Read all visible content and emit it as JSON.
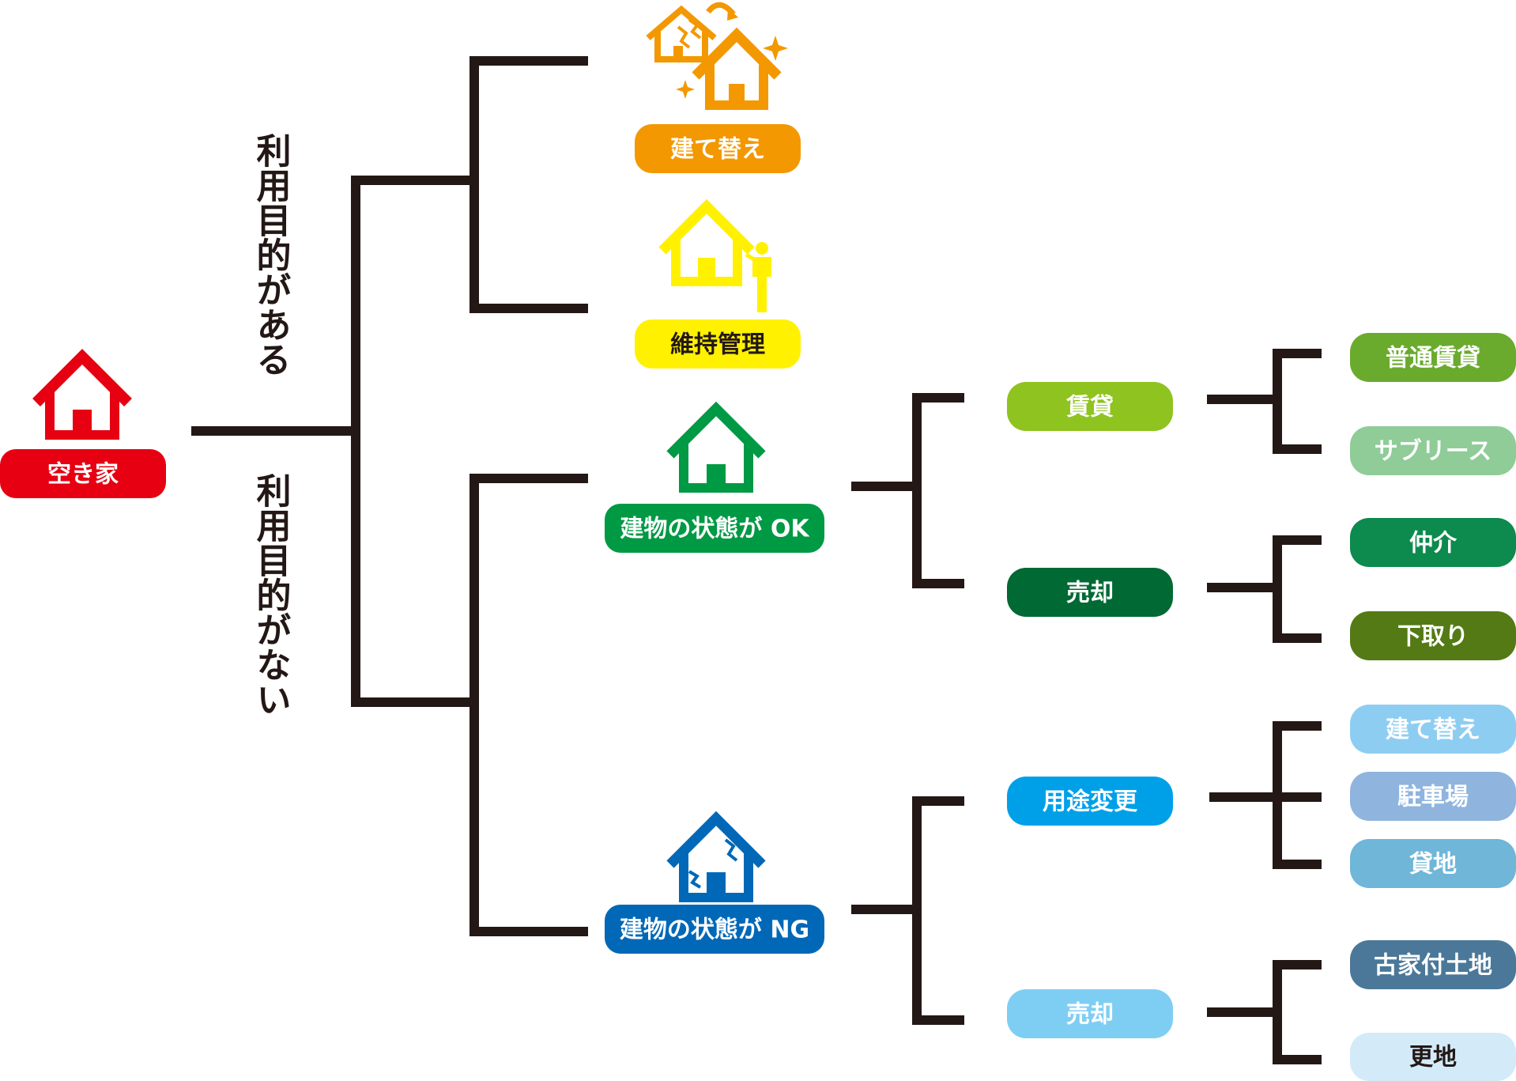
{
  "root": {
    "label": "空き家",
    "color": "#e60012"
  },
  "branches": {
    "has_purpose": "利用目的がある",
    "no_purpose": "利用目的がない"
  },
  "nodes": {
    "rebuild": {
      "label": "建て替え",
      "color": "#f39800",
      "text_color": "#ffffff"
    },
    "maintenance": {
      "label": "維持管理",
      "color": "#fff100",
      "text_color": "#231815"
    },
    "building_ok": {
      "label": "建物の状態が OK",
      "color": "#009944",
      "text_color": "#ffffff"
    },
    "building_ng": {
      "label": "建物の状態が NG",
      "color": "#0068b7",
      "text_color": "#ffffff"
    }
  },
  "ok": {
    "lease": {
      "label": "賃貸",
      "color": "#8fc31f"
    },
    "sale": {
      "label": "売却",
      "color": "#006934"
    },
    "lease_items": [
      {
        "label": "普通賃貸",
        "color": "#6aab2e"
      },
      {
        "label": "サブリース",
        "color": "#8fcc98"
      }
    ],
    "sale_items": [
      {
        "label": "仲介",
        "color": "#0d8a4e"
      },
      {
        "label": "下取り",
        "color": "#537a14"
      }
    ]
  },
  "ng": {
    "conversion": {
      "label": "用途変更",
      "color": "#00a0e9"
    },
    "sale": {
      "label": "売却",
      "color": "#7ecef4"
    },
    "conversion_items": [
      {
        "label": "建て替え",
        "color": "#8ecdf2"
      },
      {
        "label": "駐車場",
        "color": "#8fb4de"
      },
      {
        "label": "貸地",
        "color": "#6fb6d9"
      }
    ],
    "sale_items": [
      {
        "label": "古家付土地",
        "color": "#4b7898"
      },
      {
        "label": "更地",
        "color": "#d3eaf9",
        "text_color": "#231815"
      }
    ]
  },
  "line_color": "#231815"
}
